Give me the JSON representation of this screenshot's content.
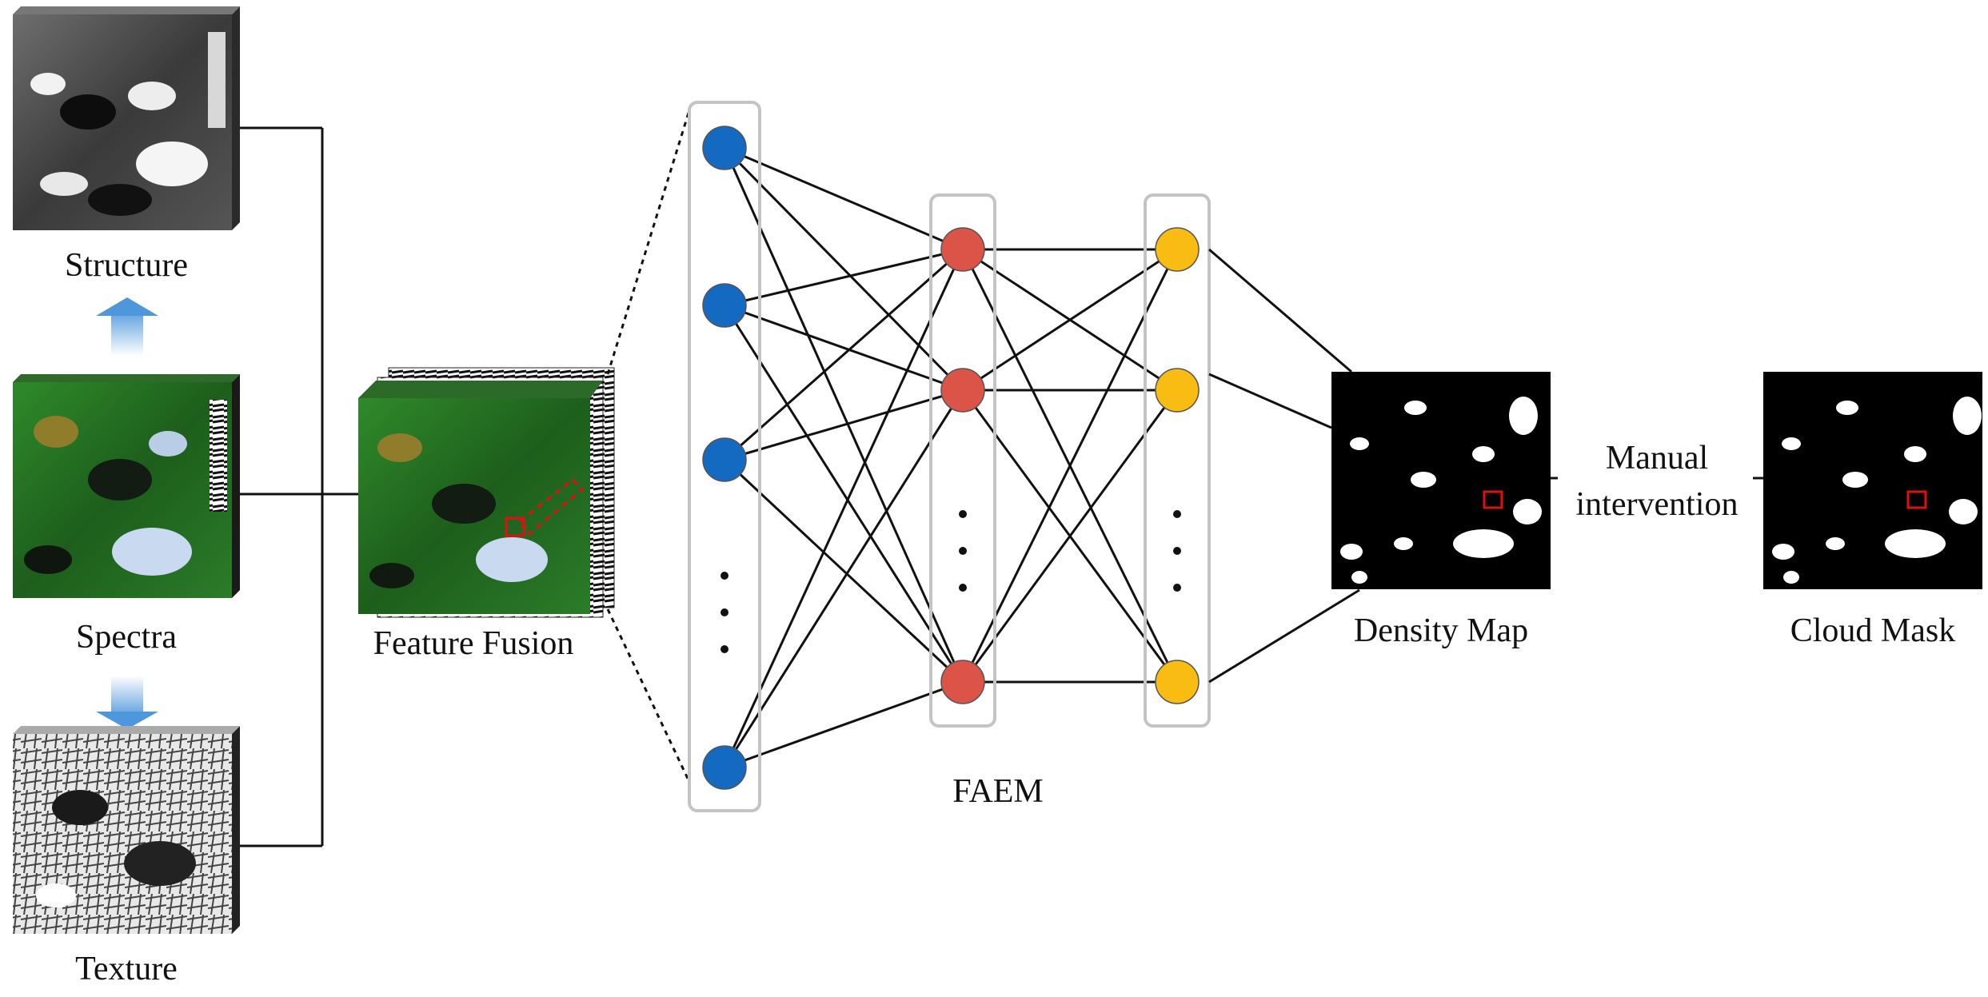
{
  "labels": {
    "structure": "Structure",
    "spectra": "Spectra",
    "texture": "Texture",
    "feature_fusion": "Feature Fusion",
    "faem": "FAEM",
    "density_map": "Density Map",
    "manual_line1": "Manual",
    "manual_line2": "intervention",
    "cloud_mask": "Cloud Mask"
  },
  "colors": {
    "layer1_node": "#1469c0",
    "layer2_node": "#dc5448",
    "layer3_node": "#f9bc12",
    "arrow": "#5aa2e0",
    "highlight": "#e01010",
    "column_border": "#c4c4c4"
  },
  "icons": {
    "structure_image": "grayscale-cube",
    "spectra_image": "satellite-rgb-cube",
    "texture_image": "edge-texture-cube",
    "fusion_image": "stacked-feature-cube",
    "density_image": "binary-cloud-map",
    "mask_image": "binary-cloud-mask"
  }
}
